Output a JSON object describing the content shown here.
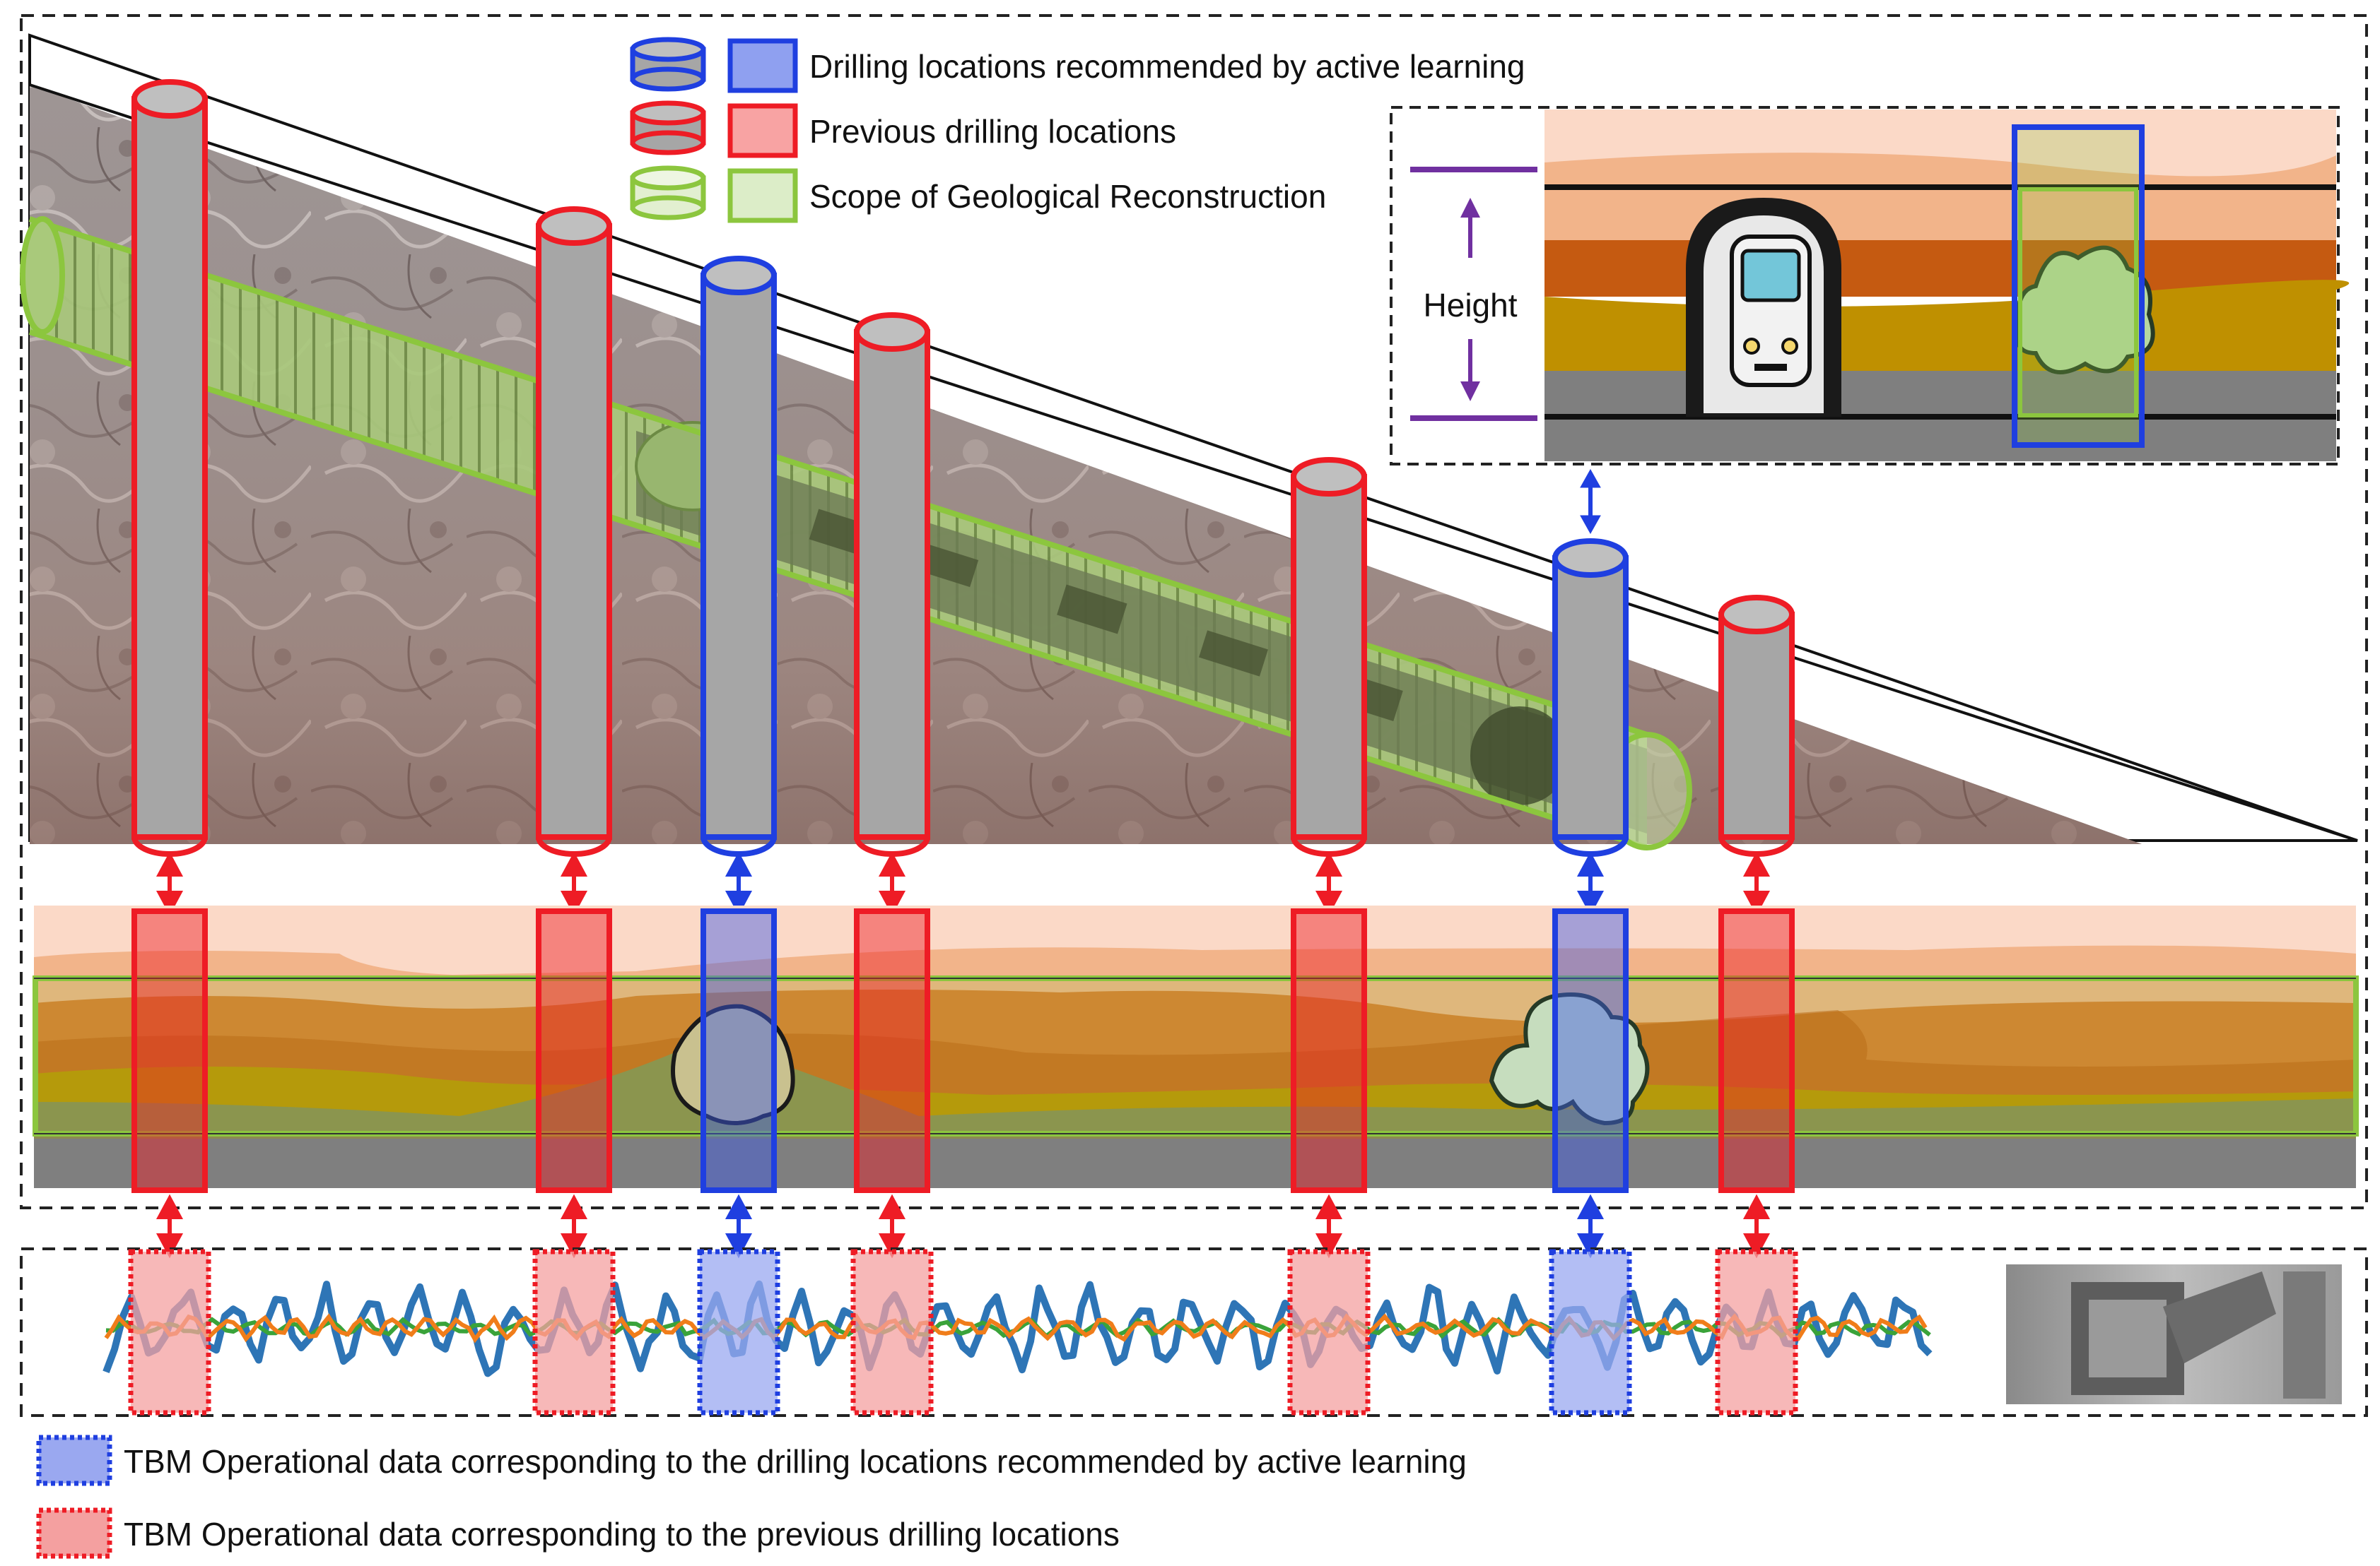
{
  "legend_top": {
    "al_label": "Drilling locations recommended by active learning",
    "prev_label": "Previous drilling locations",
    "scope_label": "Scope of Geological Reconstruction"
  },
  "inset": {
    "height_label": "Height"
  },
  "legend_bottom": {
    "al_data_label": "TBM Operational data corresponding to the drilling locations recommended by active learning",
    "prev_data_label": "TBM Operational data corresponding to the previous drilling locations"
  },
  "boreholes": [
    {
      "type": "previous"
    },
    {
      "type": "previous"
    },
    {
      "type": "active"
    },
    {
      "type": "previous"
    },
    {
      "type": "previous"
    },
    {
      "type": "active"
    },
    {
      "type": "previous"
    }
  ],
  "colors": {
    "previous": "#ee1c25",
    "active": "#1f3fe0",
    "scope": "#8cc63e",
    "borehole_fill": "#a6a6a6",
    "layer_light": "#fbd9c7",
    "layer_peach": "#f2b48a",
    "layer_orange": "#dc7a30",
    "layer_rust": "#c55a11",
    "layer_ochre": "#bf9000",
    "layer_grey": "#7f7f7f",
    "inset_accent": "#7030a0"
  },
  "icons": [
    "borehole-cylinder-icon",
    "legend-square-icon",
    "train-icon",
    "tunnel-boring-machine-icon",
    "double-arrow-icon"
  ]
}
